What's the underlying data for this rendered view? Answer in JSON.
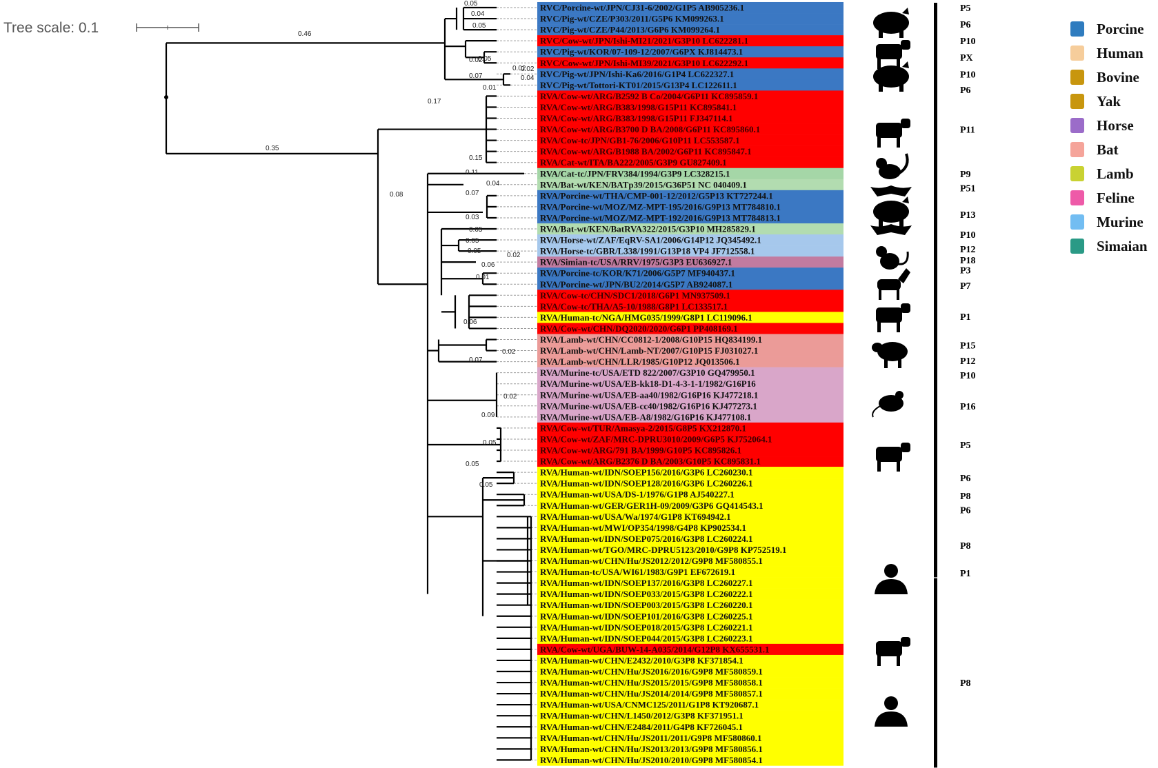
{
  "tree_scale": {
    "label": "Tree scale: 0.1"
  },
  "colors": {
    "Porcine": "#3b78c3",
    "Human": "#ffff00",
    "Bovine": "#ff0000",
    "Cat": "#a5d6a7",
    "Bat": "#b2dcb0",
    "Horse": "#a6c8ec",
    "Simian": "#c27ba0",
    "Lamb": "#eb9b98",
    "Murine": "#d9a6c9"
  },
  "legend": [
    {
      "label": "Porcine",
      "color": "#2f7cbf"
    },
    {
      "label": "Human",
      "color": "#f6cd9b"
    },
    {
      "label": "Bovine",
      "color": "#c8960e"
    },
    {
      "label": "Yak",
      "color": "#c8960e"
    },
    {
      "label": "Horse",
      "color": "#9b6cc9"
    },
    {
      "label": "Bat",
      "color": "#f5a49a"
    },
    {
      "label": "Lamb",
      "color": "#c9d232"
    },
    {
      "label": "Feline",
      "color": "#ee5aa8"
    },
    {
      "label": "Murine",
      "color": "#72bdf2"
    },
    {
      "label": "Simaian",
      "color": "#2a9a86"
    }
  ],
  "taxa": [
    {
      "label": "RVC/Porcine-wt/JPN/CJ31-6/2002/G1P5 AB905236.1",
      "host": "Porcine"
    },
    {
      "label": "RVC/Pig-wt/CZE/P303/2011/G5P6 KM099263.1",
      "host": "Porcine"
    },
    {
      "label": "RVC/Pig-wt/CZE/P44/2013/G6P6 KM099264.1",
      "host": "Porcine"
    },
    {
      "label": "RVC/Cow-wt/JPN/Ishi-MI21/2021/G3P10 LC622281.1",
      "host": "Bovine"
    },
    {
      "label": "RVC/Pig-wt/KOR/07-109-12/2007/G6PX KJ814473.1",
      "host": "Porcine"
    },
    {
      "label": "RVC/Cow-wt/JPN/Ishi-MI39/2021/G3P10 LC622292.1",
      "host": "Bovine"
    },
    {
      "label": "RVC/Pig-wt/JPN/Ishi-Ka6/2016/G1P4 LC622327.1",
      "host": "Porcine"
    },
    {
      "label": "RVC/Pig-wt/Tottori-KT01/2015/G13P4 LC122611.1",
      "host": "Porcine"
    },
    {
      "label": "RVA/Cow-wt/ARG/B2592 B Co/2004/G6P11 KC895859.1",
      "host": "Bovine"
    },
    {
      "label": "RVA/Cow-wt/ARG/B383/1998/G15P11 KC895841.1",
      "host": "Bovine"
    },
    {
      "label": "RVA/Cow-wt/ARG/B383/1998/G15P11 FJ347114.1",
      "host": "Bovine"
    },
    {
      "label": "RVA/Cow-wt/ARG/B3700 D BA/2008/G6P11 KC895860.1",
      "host": "Bovine"
    },
    {
      "label": "RVA/Cow-tc/JPN/GB1-76/2006/G10P11 LC553587.1",
      "host": "Bovine"
    },
    {
      "label": "RVA/Cow-wt/ARG/B1988 BA/2002/G6P11 KC895847.1",
      "host": "Bovine"
    },
    {
      "label": "RVA/Cat-wt/ITA/BA222/2005/G3P9 GU827409.1",
      "host": "Bovine"
    },
    {
      "label": "RVA/Cat-tc/JPN/FRV384/1994/G3P9 LC328215.1",
      "host": "Cat"
    },
    {
      "label": "RVA/Bat-wt/KEN/BATp39/2015/G36P51 NC 040409.1",
      "host": "Bat"
    },
    {
      "label": "RVA/Porcine-wt/THA/CMP-001-12/2012/G5P13 KT727244.1",
      "host": "Porcine"
    },
    {
      "label": "RVA/Porcine-wt/MOZ/MZ-MPT-195/2016/G9P13 MT784810.1",
      "host": "Porcine"
    },
    {
      "label": "RVA/Porcine-wt/MOZ/MZ-MPT-192/2016/G9P13 MT784813.1",
      "host": "Porcine"
    },
    {
      "label": "RVA/Bat-wt/KEN/BatRVA322/2015/G3P10 MH285829.1",
      "host": "Bat"
    },
    {
      "label": "RVA/Horse-wt/ZAF/EqRV-SA1/2006/G14P12 JQ345492.1",
      "host": "Horse"
    },
    {
      "label": "RVA/Horse-tc/GBR/L338/1991/G13P18 VP4 JF712558.1",
      "host": "Horse"
    },
    {
      "label": "RVA/Simian-tc/USA/RRV/1975/G3P3 EU636927.1",
      "host": "Simian"
    },
    {
      "label": "RVA/Porcine-tc/KOR/K71/2006/G5P7 MF940437.1",
      "host": "Porcine"
    },
    {
      "label": "RVA/Porcine-wt/JPN/BU2/2014/G5P7 AB924087.1",
      "host": "Porcine"
    },
    {
      "label": "RVA/Cow-tc/CHN/SDC1/2018/G6P1 MN937509.1",
      "host": "Bovine"
    },
    {
      "label": "RVA/Cow-tc/THA/A5-10/1988/G8P1 LC133517.1",
      "host": "Bovine"
    },
    {
      "label": "RVA/Human-tc/NGA/HMG035/1999/G8P1 LC119096.1",
      "host": "Human"
    },
    {
      "label": "RVA/Cow-wt/CHN/DQ2020/2020/G6P1 PP408169.1",
      "host": "Bovine"
    },
    {
      "label": "RVA/Lamb-wt/CHN/CC0812-1/2008/G10P15 HQ834199.1",
      "host": "Lamb"
    },
    {
      "label": "RVA/Lamb-wt/CHN/Lamb-NT/2007/G10P15 FJ031027.1",
      "host": "Lamb"
    },
    {
      "label": "RVA/Lamb-wt/CHN/LLR/1985/G10P12 JQ013506.1",
      "host": "Lamb"
    },
    {
      "label": "RVA/Murine-tc/USA/ETD 822/2007/G3P10 GQ479950.1",
      "host": "Murine"
    },
    {
      "label": "RVA/Murine-wt/USA/EB-kk18-D1-4-3-1-1/1982/G16P16",
      "host": "Murine"
    },
    {
      "label": "RVA/Murine-wt/USA/EB-aa40/1982/G16P16 KJ477218.1",
      "host": "Murine"
    },
    {
      "label": "RVA/Murine-wt/USA/EB-cc40/1982/G16P16 KJ477273.1",
      "host": "Murine"
    },
    {
      "label": "RVA/Murine-wt/USA/EB-A8/1982/G16P16 KJ477108.1",
      "host": "Murine"
    },
    {
      "label": "RVA/Cow-wt/TUR/Amasya-2/2015/G8P5 KX212870.1",
      "host": "Bovine"
    },
    {
      "label": "RVA/Cow-wt/ZAF/MRC-DPRU3010/2009/G6P5 KJ752064.1",
      "host": "Bovine"
    },
    {
      "label": "RVA/Cow-wt/ARG/791 BA/1999/G10P5 KC895826.1",
      "host": "Bovine"
    },
    {
      "label": "RVA/Cow-wt/ARG/B2376 D BA/2003/G10P5 KC895831.1",
      "host": "Bovine"
    },
    {
      "label": "RVA/Human-wt/IDN/SOEP156/2016/G3P6 LC260230.1",
      "host": "Human"
    },
    {
      "label": "RVA/Human-wt/IDN/SOEP128/2016/G3P6 LC260226.1",
      "host": "Human"
    },
    {
      "label": "RVA/Human-wt/USA/DS-1/1976/G1P8 AJ540227.1",
      "host": "Human"
    },
    {
      "label": "RVA/Human-wt/GER/GER1H-09/2009/G3P6 GQ414543.1",
      "host": "Human"
    },
    {
      "label": "RVA/Human-wt/USA/Wa/1974/G1P8 KT694942.1",
      "host": "Human"
    },
    {
      "label": "RVA/Human-wt/MWI/OP354/1998/G4P8 KP902534.1",
      "host": "Human"
    },
    {
      "label": "RVA/Human-wt/IDN/SOEP075/2016/G3P8 LC260224.1",
      "host": "Human"
    },
    {
      "label": "RVA/Human-wt/TGO/MRC-DPRU5123/2010/G9P8 KP752519.1",
      "host": "Human"
    },
    {
      "label": "RVA/Human-wt/CHN/Hu/JS2012/2012/G9P8 MF580855.1",
      "host": "Human"
    },
    {
      "label": "RVA/Human-tc/USA/WI61/1983/G9P1 EF672619.1",
      "host": "Human"
    },
    {
      "label": "RVA/Human-wt/IDN/SOEP137/2016/G3P8 LC260227.1",
      "host": "Human"
    },
    {
      "label": "RVA/Human-wt/IDN/SOEP033/2015/G3P8 LC260222.1",
      "host": "Human"
    },
    {
      "label": "RVA/Human-wt/IDN/SOEP003/2015/G3P8 LC260220.1",
      "host": "Human"
    },
    {
      "label": "RVA/Human-wt/IDN/SOEP101/2016/G3P8 LC260225.1",
      "host": "Human"
    },
    {
      "label": "RVA/Human-wt/IDN/SOEP018/2015/G3P8 LC260221.1",
      "host": "Human"
    },
    {
      "label": "RVA/Human-wt/IDN/SOEP044/2015/G3P8 LC260223.1",
      "host": "Human"
    },
    {
      "label": "RVA/Cow-wt/UGA/BUW-14-A035/2014/G12P8 KX655531.1",
      "host": "Bovine"
    },
    {
      "label": "RVA/Human-wt/CHN/E2432/2010/G3P8 KF371854.1",
      "host": "Human"
    },
    {
      "label": "RVA/Human-wt/CHN/Hu/JS2016/2016/G9P8 MF580859.1",
      "host": "Human"
    },
    {
      "label": "RVA/Human-wt/CHN/Hu/JS2015/2015/G9P8 MF580858.1",
      "host": "Human"
    },
    {
      "label": "RVA/Human-wt/CHN/Hu/JS2014/2014/G9P8 MF580857.1",
      "host": "Human"
    },
    {
      "label": "RVA/Human-wt/USA/CNMC125/2011/G1P8 KT920687.1",
      "host": "Human"
    },
    {
      "label": "RVA/Human-wt/CHN/L1450/2012/G3P8 KF371951.1",
      "host": "Human"
    },
    {
      "label": "RVA/Human-wt/CHN/E2484/2011/G4P8 KF726045.1",
      "host": "Human"
    },
    {
      "label": "RVA/Human-wt/CHN/Hu/JS2011/2011/G9P8 MF580860.1",
      "host": "Human"
    },
    {
      "label": "RVA/Human-wt/CHN/Hu/JS2013/2013/G9P8 MF580856.1",
      "host": "Human"
    },
    {
      "label": "RVA/Human-wt/CHN/Hu/JS2010/2010/G9P8 MF580854.1",
      "host": "Human"
    }
  ],
  "ptype_labels": [
    {
      "text": "P5",
      "row": 0
    },
    {
      "text": "P6",
      "row": 1.5
    },
    {
      "text": "P10",
      "row": 3
    },
    {
      "text": "PX",
      "row": 4.5
    },
    {
      "text": "P10",
      "row": 6
    },
    {
      "text": "P6",
      "row": 7.4
    },
    {
      "text": "P11",
      "row": 11
    },
    {
      "text": "P9",
      "row": 15
    },
    {
      "text": "P51",
      "row": 16.3
    },
    {
      "text": "P13",
      "row": 18.7
    },
    {
      "text": "P10",
      "row": 20.5
    },
    {
      "text": "P12",
      "row": 21.8
    },
    {
      "text": "P18",
      "row": 22.8
    },
    {
      "text": "P3",
      "row": 23.7
    },
    {
      "text": "P7",
      "row": 25.1
    },
    {
      "text": "P1",
      "row": 27.9
    },
    {
      "text": "P15",
      "row": 30.5
    },
    {
      "text": "P12",
      "row": 31.9
    },
    {
      "text": "P10",
      "row": 33.2
    },
    {
      "text": "P16",
      "row": 36
    },
    {
      "text": "P5",
      "row": 39.5
    },
    {
      "text": "P6",
      "row": 42.5
    },
    {
      "text": "P8",
      "row": 44.1
    },
    {
      "text": "P6",
      "row": 45.4
    },
    {
      "text": "P8",
      "row": 48.6
    },
    {
      "text": "P1",
      "row": 51.1
    },
    {
      "text": "P8",
      "row": 61
    }
  ],
  "branch_lengths": [
    {
      "text": "0.46"
    },
    {
      "text": "0.35"
    },
    {
      "text": "0.17"
    },
    {
      "text": "0.08"
    },
    {
      "text": "0.05"
    },
    {
      "text": "0.04"
    },
    {
      "text": "0.05"
    },
    {
      "text": "0.02"
    },
    {
      "text": "0.05"
    },
    {
      "text": "0.02"
    },
    {
      "text": "0.07"
    },
    {
      "text": "0.02"
    },
    {
      "text": "0.04"
    },
    {
      "text": "0.01"
    },
    {
      "text": "0.15"
    },
    {
      "text": "0.11"
    },
    {
      "text": "0.07"
    },
    {
      "text": "0.04"
    },
    {
      "text": "0.03"
    },
    {
      "text": "0.05"
    },
    {
      "text": "0.05"
    },
    {
      "text": "0.05"
    },
    {
      "text": "0.02"
    },
    {
      "text": "0.06"
    },
    {
      "text": "0.01"
    },
    {
      "text": "0.06"
    },
    {
      "text": "0.07"
    },
    {
      "text": "0.02"
    },
    {
      "text": "0.09"
    },
    {
      "text": "0.02"
    },
    {
      "text": "0.05"
    },
    {
      "text": "0.05"
    },
    {
      "text": "0.05"
    }
  ]
}
